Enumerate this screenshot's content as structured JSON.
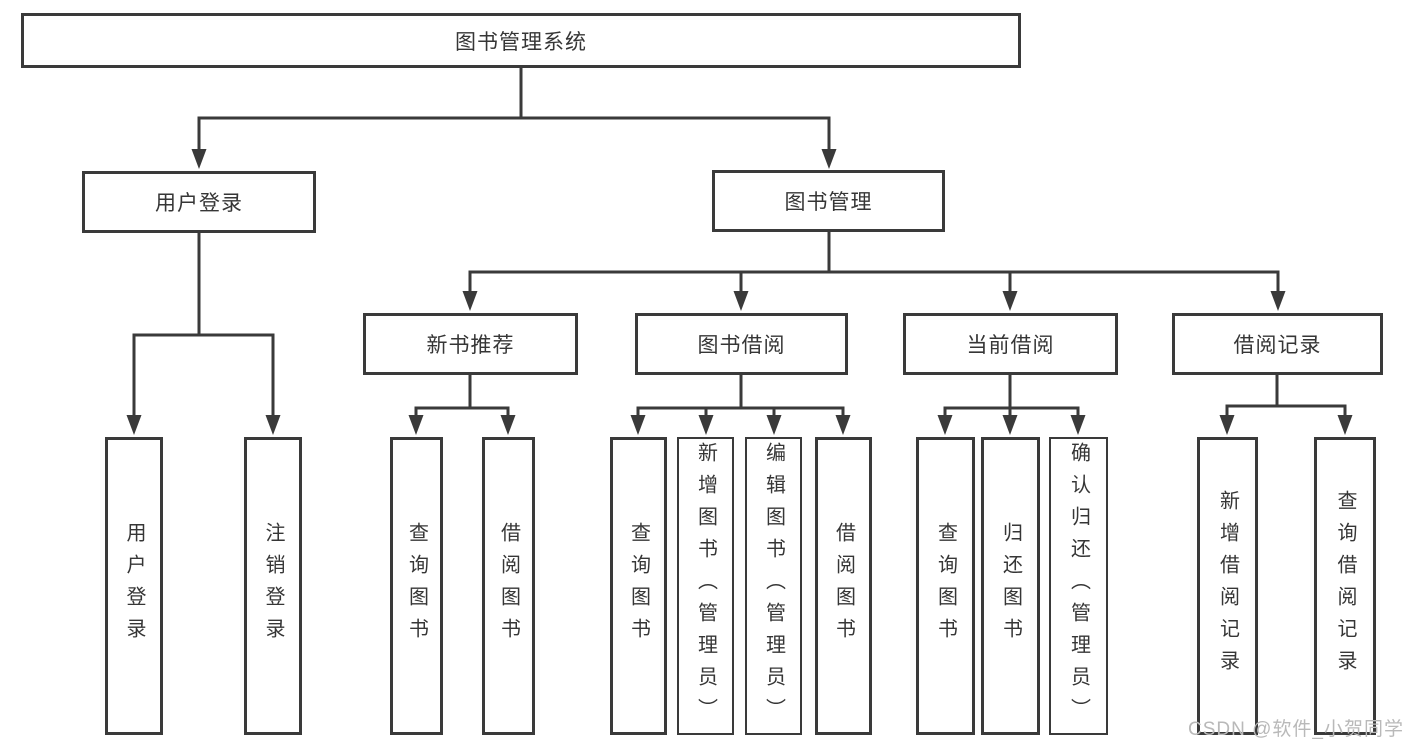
{
  "tree": {
    "label": "图书管理系统",
    "children": [
      {
        "label": "用户登录",
        "children": [
          {
            "label": "用户登录"
          },
          {
            "label": "注销登录"
          }
        ]
      },
      {
        "label": "图书管理",
        "children": [
          {
            "label": "新书推荐",
            "children": [
              {
                "label": "查询图书"
              },
              {
                "label": "借阅图书"
              }
            ]
          },
          {
            "label": "图书借阅",
            "children": [
              {
                "label": "查询图书"
              },
              {
                "label": "新增图书（管理员）"
              },
              {
                "label": "编辑图书（管理员）"
              },
              {
                "label": "借阅图书"
              }
            ]
          },
          {
            "label": "当前借阅",
            "children": [
              {
                "label": "查询图书"
              },
              {
                "label": "归还图书"
              },
              {
                "label": "确认归还（管理员）"
              }
            ]
          },
          {
            "label": "借阅记录",
            "children": [
              {
                "label": "新增借阅记录"
              },
              {
                "label": "查询借阅记录"
              }
            ]
          }
        ]
      }
    ]
  },
  "watermark": {
    "text": "CSDN @软件_小贺同学"
  },
  "colors": {
    "line": "#3a3a3a",
    "box_border": "#3a3a3a",
    "text": "#363636",
    "watermark": "#b9b9b9",
    "background": "#ffffff"
  }
}
